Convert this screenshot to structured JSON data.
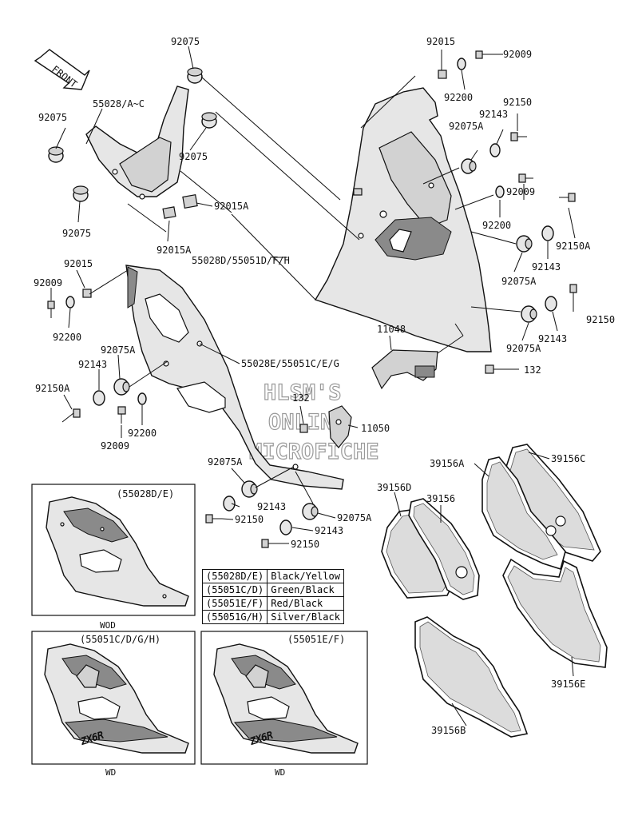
{
  "front_arrow": "FRONT",
  "watermark": [
    "HLSM'S",
    "ONLINE",
    "MICROFICHE"
  ],
  "callouts": {
    "c92075_top": "92075",
    "c55028AC": "55028/A~C",
    "c92075_left": "92075",
    "c92075_mid": "92075",
    "c92075_low": "92075",
    "c92015A_r": "92015A",
    "c92015A_b": "92015A",
    "c55028D": "55028D/55051D/F/H",
    "c92015_left": "92015",
    "c92009_left": "92009",
    "c92200_left": "92200",
    "c92075A_left": "92075A",
    "c92143_left": "92143",
    "c92150A_left": "92150A",
    "c92200_low": "92200",
    "c92009_low": "92009",
    "c55028E": "55028E/55051C/E/G",
    "c92015_top": "92015",
    "c92009_top": "92009",
    "c92200_top": "92200",
    "c92150_top": "92150",
    "c92143_top": "92143",
    "c92075A_top": "92075A",
    "c92009_r": "92009",
    "c92200_r": "92200",
    "c92150A_r": "92150A",
    "c92143_r": "92143",
    "c92075A_r": "92075A",
    "c92143_r2": "92143",
    "c92150_r2": "92150",
    "c92075A_r2": "92075A",
    "c11048": "11048",
    "c132_r": "132",
    "c132_c": "132",
    "c11050": "11050",
    "c92075A_b": "92075A",
    "c92143_b1": "92143",
    "c92150_b1": "92150",
    "c92075A_b2": "92075A",
    "c92143_b2": "92143",
    "c92150_b2": "92150",
    "c39156A": "39156A",
    "c39156C": "39156C",
    "c39156D": "39156D",
    "c39156": "39156",
    "c39156E": "39156E",
    "c39156B": "39156B"
  },
  "insets": [
    {
      "label": "(55028D/E)",
      "caption": "WOD"
    },
    {
      "label": "(55051C/D/G/H)",
      "caption": "WD"
    },
    {
      "label": "(55051E/F)",
      "caption": "WD"
    }
  ],
  "decal_text": "ZX6R",
  "color_table": [
    {
      "code": "(55028D/E)",
      "color": "Black/Yellow"
    },
    {
      "code": "(55051C/D)",
      "color": "Green/Black"
    },
    {
      "code": "(55051E/F)",
      "color": "Red/Black"
    },
    {
      "code": "(55051G/H)",
      "color": "Silver/Black"
    }
  ]
}
